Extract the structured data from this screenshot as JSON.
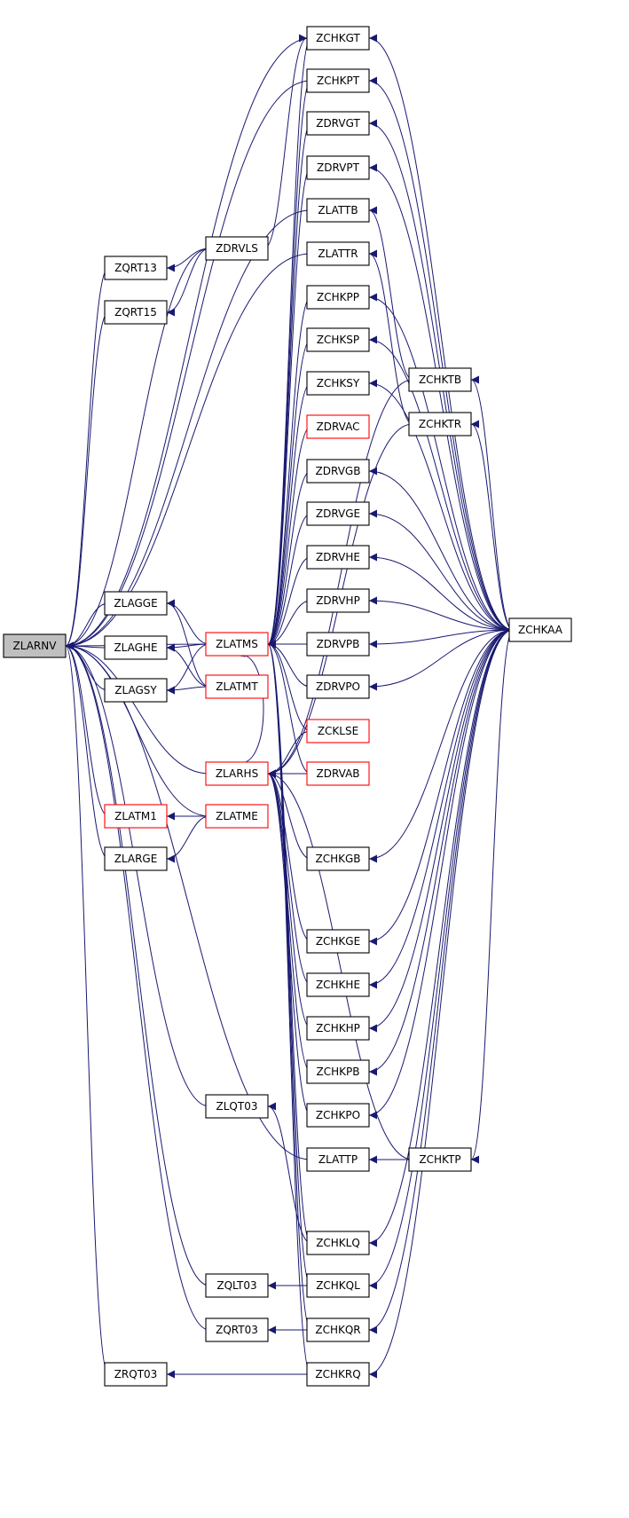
{
  "colors": {
    "edge": "#191970",
    "node_border": "#000000",
    "node_border_incomplete": "#ff0000",
    "focus_fill": "#bfbfbf",
    "node_fill": "#ffffff"
  },
  "focus_node": "ZLARNV",
  "nodes": [
    {
      "id": "ZLARNV",
      "label": "ZLARNV",
      "style": "focus"
    },
    {
      "id": "ZQRT13",
      "label": "ZQRT13",
      "style": "normal"
    },
    {
      "id": "ZQRT15",
      "label": "ZQRT15",
      "style": "normal"
    },
    {
      "id": "ZDRVLS",
      "label": "ZDRVLS",
      "style": "normal"
    },
    {
      "id": "ZLAGGE",
      "label": "ZLAGGE",
      "style": "normal"
    },
    {
      "id": "ZLAGHE",
      "label": "ZLAGHE",
      "style": "normal"
    },
    {
      "id": "ZLAGSY",
      "label": "ZLAGSY",
      "style": "normal"
    },
    {
      "id": "ZLATM1",
      "label": "ZLATM1",
      "style": "incomplete"
    },
    {
      "id": "ZLARGE",
      "label": "ZLARGE",
      "style": "normal"
    },
    {
      "id": "ZLATMS",
      "label": "ZLATMS",
      "style": "incomplete"
    },
    {
      "id": "ZLATMT",
      "label": "ZLATMT",
      "style": "incomplete"
    },
    {
      "id": "ZLARHS",
      "label": "ZLARHS",
      "style": "incomplete"
    },
    {
      "id": "ZLATME",
      "label": "ZLATME",
      "style": "incomplete"
    },
    {
      "id": "ZLQT03",
      "label": "ZLQT03",
      "style": "normal"
    },
    {
      "id": "ZQLT03",
      "label": "ZQLT03",
      "style": "normal"
    },
    {
      "id": "ZQRT03",
      "label": "ZQRT03",
      "style": "normal"
    },
    {
      "id": "ZRQT03",
      "label": "ZRQT03",
      "style": "normal"
    },
    {
      "id": "ZCHKGT",
      "label": "ZCHKGT",
      "style": "normal"
    },
    {
      "id": "ZCHKPT",
      "label": "ZCHKPT",
      "style": "normal"
    },
    {
      "id": "ZDRVGT",
      "label": "ZDRVGT",
      "style": "normal"
    },
    {
      "id": "ZDRVPT",
      "label": "ZDRVPT",
      "style": "normal"
    },
    {
      "id": "ZLATTB",
      "label": "ZLATTB",
      "style": "normal"
    },
    {
      "id": "ZLATTR",
      "label": "ZLATTR",
      "style": "normal"
    },
    {
      "id": "ZCHKPP",
      "label": "ZCHKPP",
      "style": "normal"
    },
    {
      "id": "ZCHKSP",
      "label": "ZCHKSP",
      "style": "normal"
    },
    {
      "id": "ZCHKSY",
      "label": "ZCHKSY",
      "style": "normal"
    },
    {
      "id": "ZDRVAC",
      "label": "ZDRVAC",
      "style": "incomplete"
    },
    {
      "id": "ZDRVGB",
      "label": "ZDRVGB",
      "style": "normal"
    },
    {
      "id": "ZDRVGE",
      "label": "ZDRVGE",
      "style": "normal"
    },
    {
      "id": "ZDRVHE",
      "label": "ZDRVHE",
      "style": "normal"
    },
    {
      "id": "ZDRVHP",
      "label": "ZDRVHP",
      "style": "normal"
    },
    {
      "id": "ZDRVPB",
      "label": "ZDRVPB",
      "style": "normal"
    },
    {
      "id": "ZDRVPO",
      "label": "ZDRVPO",
      "style": "normal"
    },
    {
      "id": "ZCKLSE",
      "label": "ZCKLSE",
      "style": "incomplete"
    },
    {
      "id": "ZDRVAB",
      "label": "ZDRVAB",
      "style": "incomplete"
    },
    {
      "id": "ZCHKGB",
      "label": "ZCHKGB",
      "style": "normal"
    },
    {
      "id": "ZCHKGE",
      "label": "ZCHKGE",
      "style": "normal"
    },
    {
      "id": "ZCHKHE",
      "label": "ZCHKHE",
      "style": "normal"
    },
    {
      "id": "ZCHKHP",
      "label": "ZCHKHP",
      "style": "normal"
    },
    {
      "id": "ZCHKPB",
      "label": "ZCHKPB",
      "style": "normal"
    },
    {
      "id": "ZCHKPO",
      "label": "ZCHKPO",
      "style": "normal"
    },
    {
      "id": "ZLATTP",
      "label": "ZLATTP",
      "style": "normal"
    },
    {
      "id": "ZCHKLQ",
      "label": "ZCHKLQ",
      "style": "normal"
    },
    {
      "id": "ZCHKQL",
      "label": "ZCHKQL",
      "style": "normal"
    },
    {
      "id": "ZCHKQR",
      "label": "ZCHKQR",
      "style": "normal"
    },
    {
      "id": "ZCHKRQ",
      "label": "ZCHKRQ",
      "style": "normal"
    },
    {
      "id": "ZCHKTB",
      "label": "ZCHKTB",
      "style": "normal"
    },
    {
      "id": "ZCHKTR",
      "label": "ZCHKTR",
      "style": "normal"
    },
    {
      "id": "ZCHKTP",
      "label": "ZCHKTP",
      "style": "normal"
    },
    {
      "id": "ZCHKAA",
      "label": "ZCHKAA",
      "style": "normal"
    }
  ],
  "edges": [
    [
      "ZQRT13",
      "ZLARNV"
    ],
    [
      "ZQRT15",
      "ZLARNV"
    ],
    [
      "ZDRVLS",
      "ZLARNV"
    ],
    [
      "ZDRVLS",
      "ZQRT13"
    ],
    [
      "ZDRVLS",
      "ZQRT15"
    ],
    [
      "ZLAGGE",
      "ZLARNV"
    ],
    [
      "ZLAGHE",
      "ZLARNV"
    ],
    [
      "ZLAGSY",
      "ZLARNV"
    ],
    [
      "ZLATM1",
      "ZLARNV"
    ],
    [
      "ZLARGE",
      "ZLARNV"
    ],
    [
      "ZLATMS",
      "ZLARNV"
    ],
    [
      "ZLATMS",
      "ZLAGGE"
    ],
    [
      "ZLATMS",
      "ZLAGHE"
    ],
    [
      "ZLATMS",
      "ZLAGSY"
    ],
    [
      "ZLATMT",
      "ZLAGGE"
    ],
    [
      "ZLATMT",
      "ZLAGHE"
    ],
    [
      "ZLATMT",
      "ZLAGSY"
    ],
    [
      "ZLARHS",
      "ZLARNV"
    ],
    [
      "ZLARHS",
      "ZLATMS"
    ],
    [
      "ZLATME",
      "ZLATM1"
    ],
    [
      "ZLATME",
      "ZLARGE"
    ],
    [
      "ZLATME",
      "ZLARNV"
    ],
    [
      "ZLQT03",
      "ZLARNV"
    ],
    [
      "ZQLT03",
      "ZLARNV"
    ],
    [
      "ZQRT03",
      "ZLARNV"
    ],
    [
      "ZRQT03",
      "ZLARNV"
    ],
    [
      "ZCHKGT",
      "ZLARNV"
    ],
    [
      "ZCHKGT",
      "ZLATMS"
    ],
    [
      "ZDRVLS",
      "ZCHKGT"
    ],
    [
      "ZCHKPT",
      "ZLARNV"
    ],
    [
      "ZCHKPT",
      "ZLATMS"
    ],
    [
      "ZDRVGT",
      "ZLATMS"
    ],
    [
      "ZDRVPT",
      "ZLATMS"
    ],
    [
      "ZLATTB",
      "ZLARNV"
    ],
    [
      "ZLATTR",
      "ZLARNV"
    ],
    [
      "ZCHKPP",
      "ZLATMS"
    ],
    [
      "ZCHKSP",
      "ZLATMS"
    ],
    [
      "ZCHKSY",
      "ZLATMS"
    ],
    [
      "ZDRVAC",
      "ZLATMS"
    ],
    [
      "ZDRVGB",
      "ZLATMS"
    ],
    [
      "ZDRVGE",
      "ZLATMS"
    ],
    [
      "ZDRVHE",
      "ZLATMS"
    ],
    [
      "ZDRVHP",
      "ZLATMS"
    ],
    [
      "ZDRVPB",
      "ZLATMS"
    ],
    [
      "ZDRVPO",
      "ZLATMS"
    ],
    [
      "ZCKLSE",
      "ZLATMS"
    ],
    [
      "ZCKLSE",
      "ZLARHS"
    ],
    [
      "ZDRVAB",
      "ZLARHS"
    ],
    [
      "ZDRVAB",
      "ZLATMS"
    ],
    [
      "ZCHKGB",
      "ZLARHS"
    ],
    [
      "ZCHKGE",
      "ZLARHS"
    ],
    [
      "ZCHKHE",
      "ZLARHS"
    ],
    [
      "ZCHKHP",
      "ZLARHS"
    ],
    [
      "ZCHKPB",
      "ZLARHS"
    ],
    [
      "ZCHKPO",
      "ZLARHS"
    ],
    [
      "ZLATTP",
      "ZLARNV"
    ],
    [
      "ZCHKLQ",
      "ZLATMS"
    ],
    [
      "ZCHKLQ",
      "ZLQT03"
    ],
    [
      "ZCHKQL",
      "ZLATMS"
    ],
    [
      "ZCHKQL",
      "ZQLT03"
    ],
    [
      "ZCHKQR",
      "ZLATMS"
    ],
    [
      "ZCHKQR",
      "ZQRT03"
    ],
    [
      "ZCHKRQ",
      "ZLATMS"
    ],
    [
      "ZCHKRQ",
      "ZRQT03"
    ],
    [
      "ZCHKTB",
      "ZLATTB"
    ],
    [
      "ZCHKTB",
      "ZLARHS"
    ],
    [
      "ZCHKTR",
      "ZLATTR"
    ],
    [
      "ZCHKTR",
      "ZLARHS"
    ],
    [
      "ZCHKTP",
      "ZLATTP"
    ],
    [
      "ZCHKTP",
      "ZLARHS"
    ],
    [
      "ZCHKAA",
      "ZCHKGT"
    ],
    [
      "ZCHKAA",
      "ZCHKPT"
    ],
    [
      "ZCHKAA",
      "ZDRVGT"
    ],
    [
      "ZCHKAA",
      "ZDRVPT"
    ],
    [
      "ZCHKAA",
      "ZCHKPP"
    ],
    [
      "ZCHKAA",
      "ZCHKSP"
    ],
    [
      "ZCHKAA",
      "ZCHKSY"
    ],
    [
      "ZCHKAA",
      "ZCHKTB"
    ],
    [
      "ZCHKAA",
      "ZCHKTR"
    ],
    [
      "ZCHKAA",
      "ZDRVGB"
    ],
    [
      "ZCHKAA",
      "ZDRVGE"
    ],
    [
      "ZCHKAA",
      "ZDRVHE"
    ],
    [
      "ZCHKAA",
      "ZDRVHP"
    ],
    [
      "ZCHKAA",
      "ZDRVPB"
    ],
    [
      "ZCHKAA",
      "ZDRVPO"
    ],
    [
      "ZCHKAA",
      "ZCHKGB"
    ],
    [
      "ZCHKAA",
      "ZCHKGE"
    ],
    [
      "ZCHKAA",
      "ZCHKHE"
    ],
    [
      "ZCHKAA",
      "ZCHKHP"
    ],
    [
      "ZCHKAA",
      "ZCHKPB"
    ],
    [
      "ZCHKAA",
      "ZCHKPO"
    ],
    [
      "ZCHKAA",
      "ZCHKTP"
    ],
    [
      "ZCHKAA",
      "ZCHKLQ"
    ],
    [
      "ZCHKAA",
      "ZCHKQL"
    ],
    [
      "ZCHKAA",
      "ZCHKQR"
    ],
    [
      "ZCHKAA",
      "ZCHKRQ"
    ]
  ]
}
